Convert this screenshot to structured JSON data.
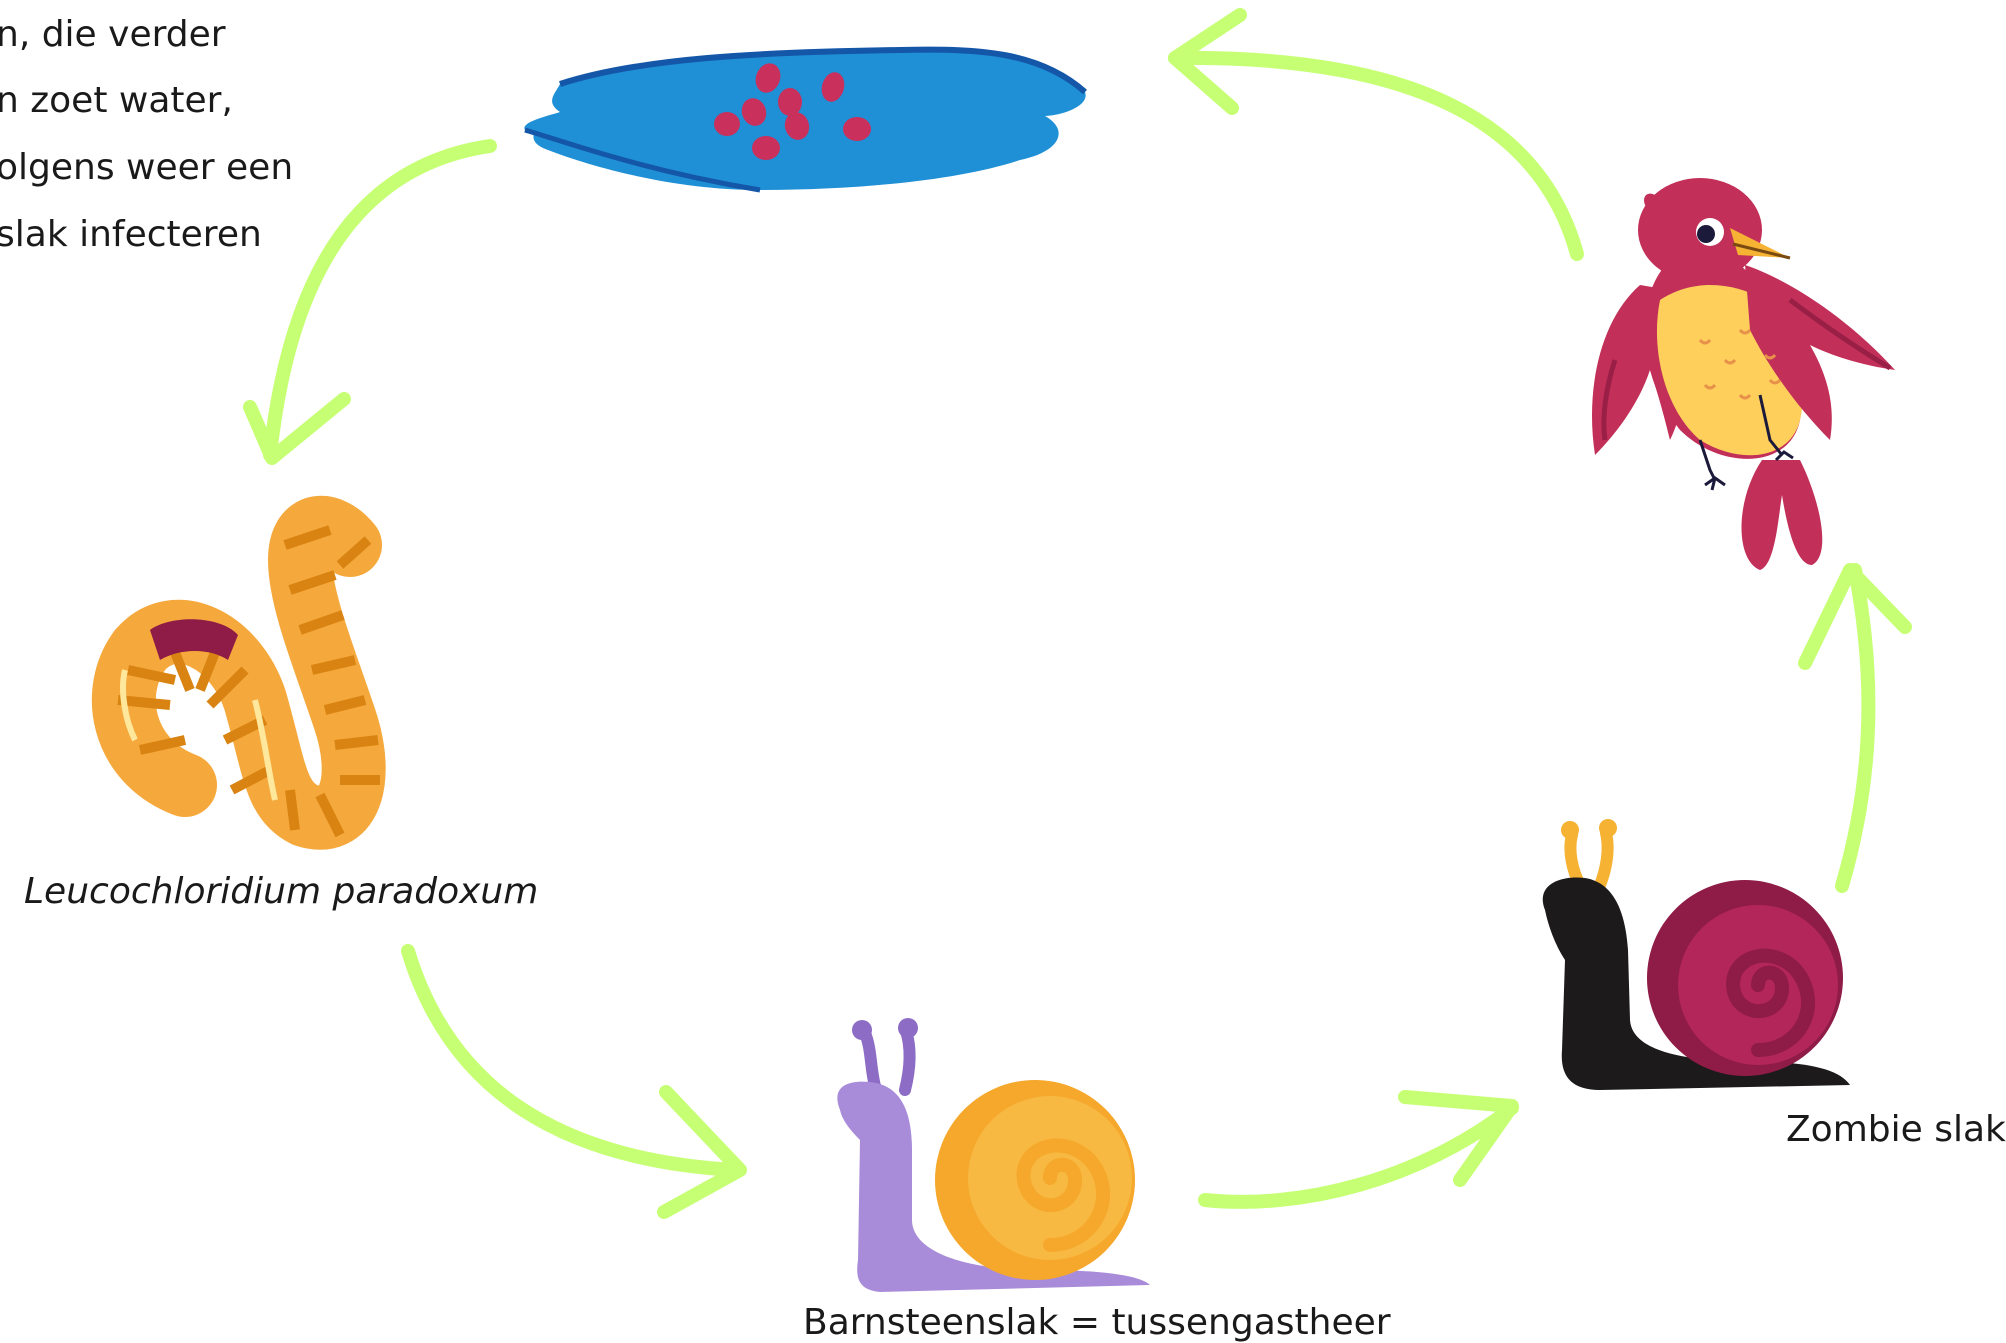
{
  "intro_text": {
    "lines": [
      "n, die verder",
      "n zoet water,",
      "olgens weer een",
      "slak infecteren"
    ]
  },
  "labels": {
    "parasite": "Leucochloridium paradoxum",
    "amber_snail": "Barnsteenslak = tussengastheer",
    "zombie_snail": "Zombie slak"
  },
  "colors": {
    "arrow": "#c6ff73",
    "water": "#1f8fd6",
    "eggs": "#c9305c",
    "worm": "#f5a93c",
    "worm_stripe": "#d98412",
    "snail_body": "#a98cd9",
    "snail_shell": "#f5a82c",
    "zombie_body": "#1c1a1a",
    "zombie_shell": "#b3265a",
    "bird_body": "#c23059",
    "bird_belly": "#ffcf5c"
  },
  "icons": {
    "water": "water-puddle-eggs-icon",
    "worm": "worm-icon",
    "snail": "snail-icon",
    "zombie_snail": "zombie-snail-icon",
    "bird": "bird-icon"
  }
}
